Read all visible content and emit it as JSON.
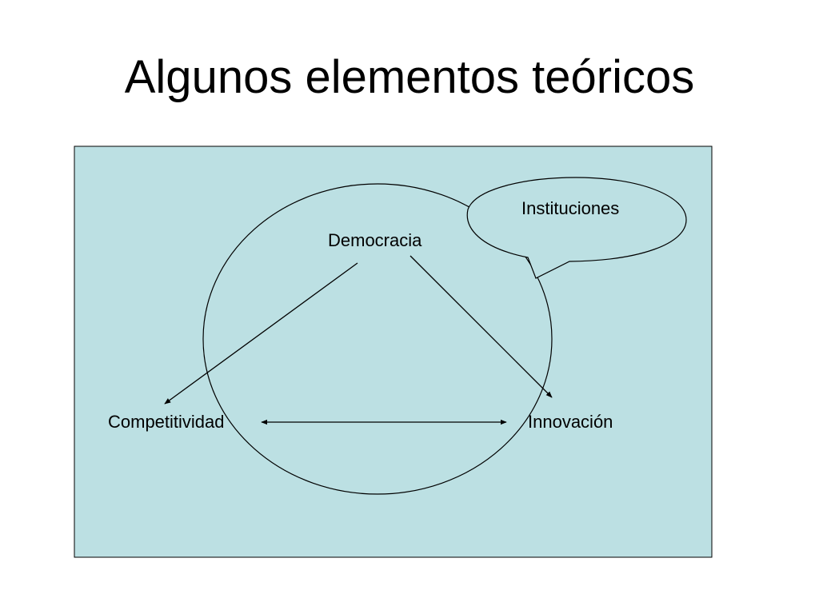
{
  "title": "Algunos elementos teóricos",
  "colors": {
    "panel_fill": "#bce0e3",
    "callout_fill": "#bce0e3",
    "stroke": "#000000",
    "text": "#000000"
  },
  "diagram": {
    "nodes": {
      "democracia": "Democracia",
      "competitividad": "Competitividad",
      "innovacion": "Innovación",
      "instituciones": "Instituciones"
    },
    "edges": [
      {
        "from": "Democracia",
        "to": "Competitividad",
        "type": "arrow"
      },
      {
        "from": "Democracia",
        "to": "Innovación",
        "type": "arrow"
      },
      {
        "from": "Competitividad",
        "to": "Innovación",
        "type": "double-arrow"
      }
    ],
    "callout": {
      "text": "Instituciones",
      "shape": "speech-bubble"
    }
  }
}
